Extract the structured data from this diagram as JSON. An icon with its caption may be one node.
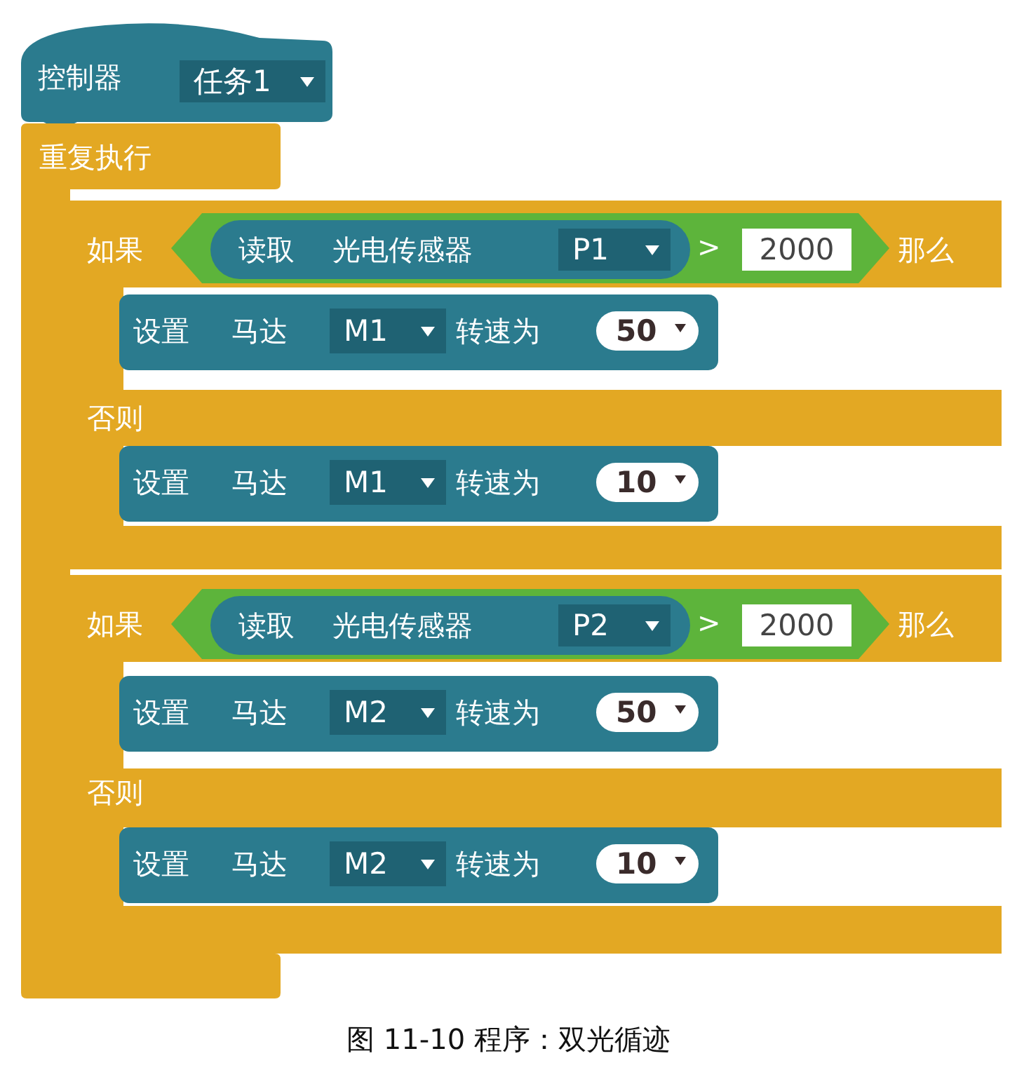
{
  "diagram": {
    "caption": "图 11-10 程序：双光循迹",
    "nodes": [
      {
        "text": [
          "控制器",
          "任务1"
        ]
      },
      {
        "text": [
          "重复执行"
        ]
      },
      {
        "text": [
          "如果",
          "那么",
          "否则"
        ]
      },
      {
        "text": [
          ">",
          "2000"
        ],
        "in": 2
      },
      {
        "text": [
          "读取",
          "光电传感器",
          "P1"
        ],
        "in": 3
      },
      {
        "text": [
          "设置",
          "马达",
          "M1",
          "转速为",
          "50"
        ],
        "in": 2
      },
      {
        "text": [
          "设置",
          "马达",
          "M1",
          "转速为",
          "10"
        ],
        "in": 2
      },
      {
        "text": [
          "如果",
          "那么",
          "否则"
        ]
      },
      {
        "text": [
          ">",
          "2000"
        ],
        "in": 7
      },
      {
        "text": [
          "读取",
          "光电传感器",
          "P2"
        ],
        "in": 8
      },
      {
        "text": [
          "设置",
          "马达",
          "M2",
          "转速为",
          "50"
        ],
        "in": 7
      },
      {
        "text": [
          "设置",
          "马达",
          "M2",
          "转速为",
          "10"
        ],
        "in": 7
      }
    ]
  }
}
